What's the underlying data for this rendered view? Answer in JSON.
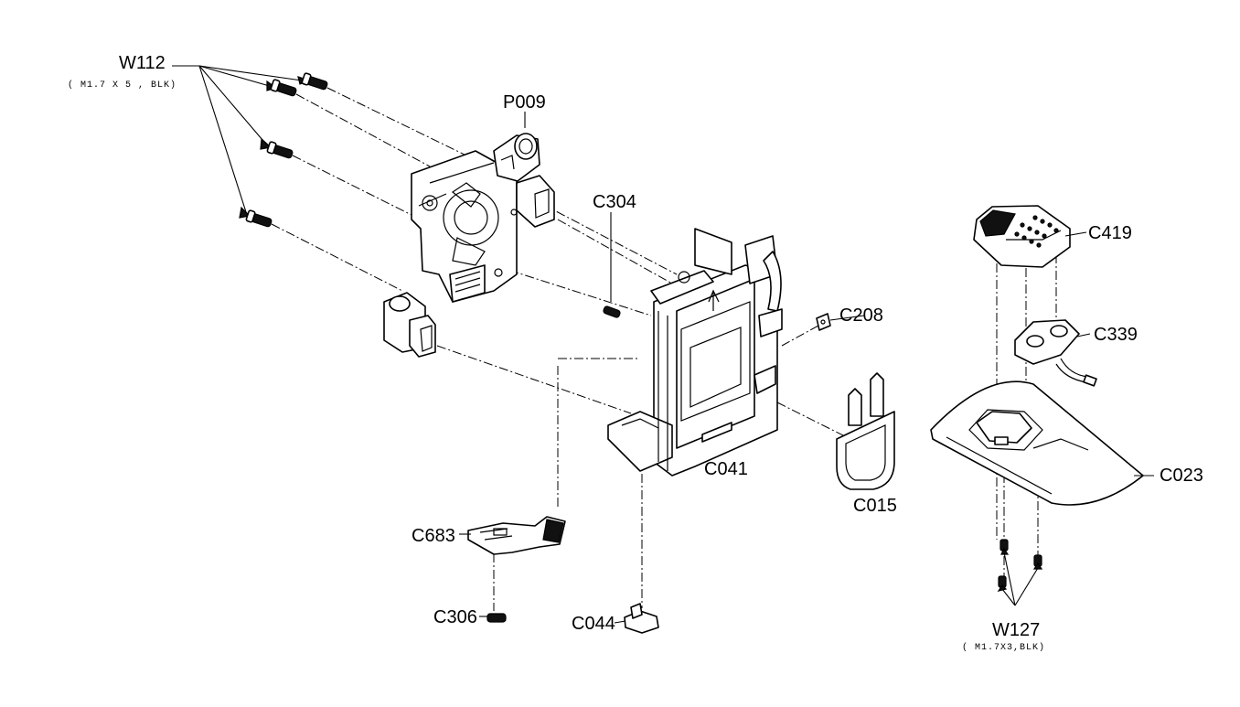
{
  "labels": {
    "w112": "W112",
    "w112_spec": "( M1.7 X 5 , BLK)",
    "p009": "P009",
    "c304": "C304",
    "c419": "C419",
    "c208": "C208",
    "c339": "C339",
    "c041": "C041",
    "c023": "C023",
    "c015": "C015",
    "c683": "C683",
    "c306": "C306",
    "c044": "C044",
    "w127": "W127",
    "w127_spec": "( M1.7X3,BLK)"
  }
}
